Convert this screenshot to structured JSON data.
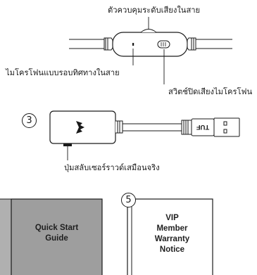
{
  "labels": {
    "volume_control": "ตัวควบคุมระดับเสียงในสาย",
    "inline_mic": "ไมโครโฟนแบบรอบทิศทางในสาย",
    "mic_mute_switch": "สวิตช์ปิดเสียงไมโครโฟน",
    "surround_toggle": "ปุ่มสลับเซอร์ราวด์เสมือนจริง"
  },
  "numbers": {
    "step3": "3",
    "step5": "5"
  },
  "connector": {
    "brand": "TUF"
  },
  "cards": {
    "quick_start": "Quick Start\nGuide",
    "warranty": "VIP\nMember\nWarranty\nNotice"
  },
  "colors": {
    "ink": "#1a1a1a",
    "guide_fill": "#9e9e9e"
  }
}
